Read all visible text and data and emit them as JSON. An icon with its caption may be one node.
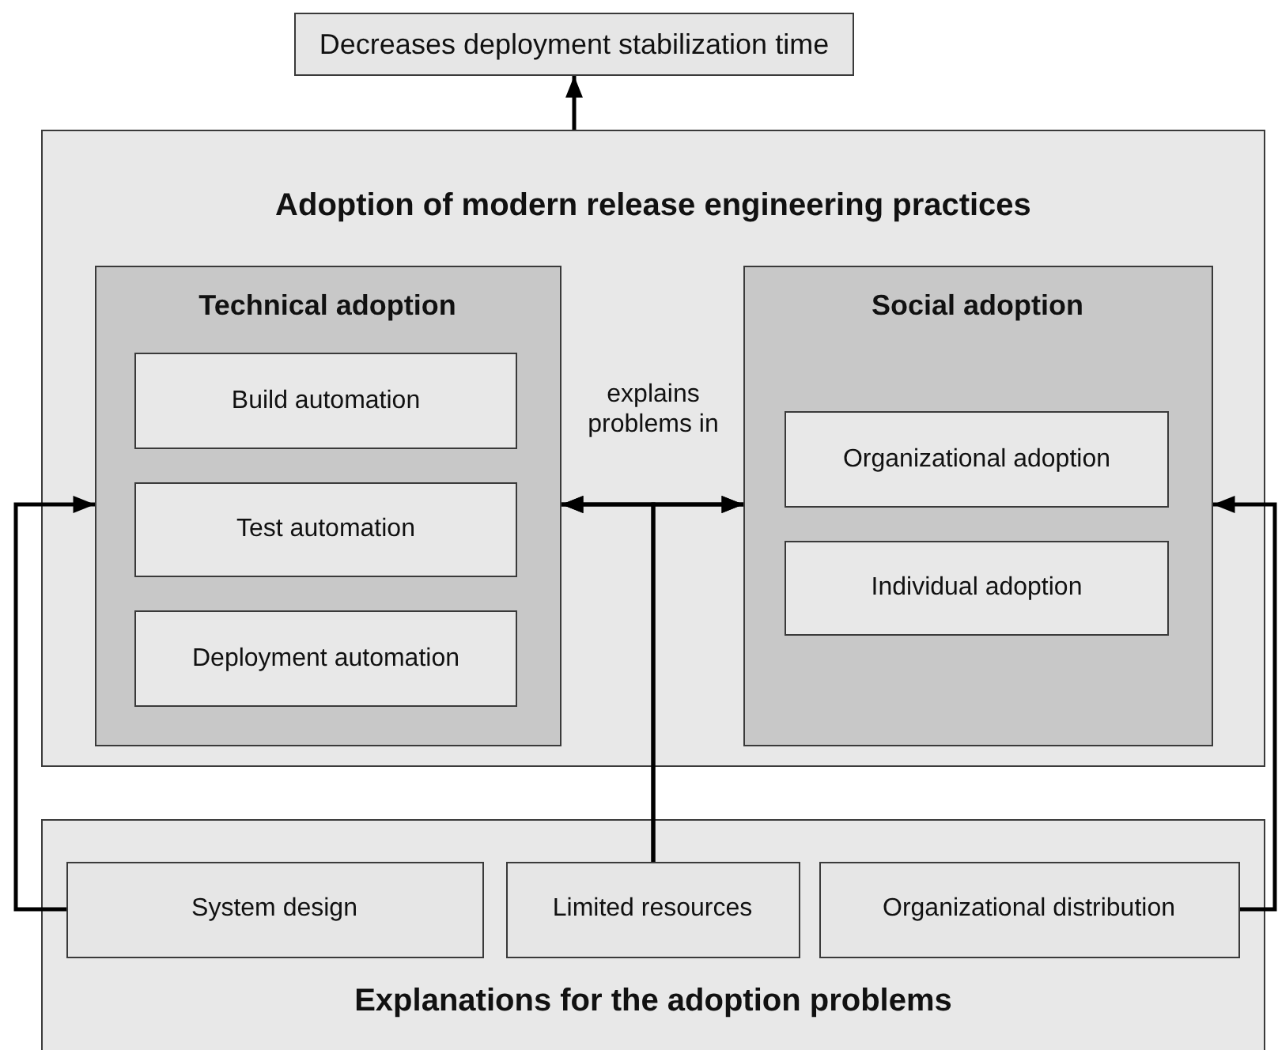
{
  "diagram": {
    "nodes": [
      {
        "text": [
          "Decreases deployment stabilization time"
        ]
      },
      {
        "text": [
          "Adoption of modern release engineering practices"
        ]
      },
      {
        "text": [
          "Technical adoption"
        ],
        "in": 1
      },
      {
        "text": [
          "Build automation"
        ],
        "in": 2
      },
      {
        "text": [
          "Test automation"
        ],
        "in": 2
      },
      {
        "text": [
          "Deployment automation"
        ],
        "in": 2
      },
      {
        "text": [
          "Social adoption"
        ],
        "in": 1
      },
      {
        "text": [
          "Organizational adoption"
        ],
        "in": 6
      },
      {
        "text": [
          "Individual adoption"
        ],
        "in": 6
      },
      {
        "text": [
          "Explanations for the adoption problems"
        ]
      },
      {
        "text": [
          "System design"
        ],
        "in": 9
      },
      {
        "text": [
          "Limited resources"
        ],
        "in": 9
      },
      {
        "text": [
          "Organizational distribution"
        ],
        "in": 9
      }
    ],
    "edges": [
      {
        "from": 1,
        "to": 0,
        "arrow": "to"
      },
      {
        "from": 2,
        "to": 6,
        "arrow": "both",
        "label": "explains problems in"
      },
      {
        "from": 11,
        "to": 2,
        "arrow": "to"
      },
      {
        "from": 11,
        "to": 6,
        "arrow": "to"
      },
      {
        "from": 10,
        "to": 2,
        "arrow": "to"
      },
      {
        "from": 12,
        "to": 6,
        "arrow": "to"
      }
    ]
  }
}
